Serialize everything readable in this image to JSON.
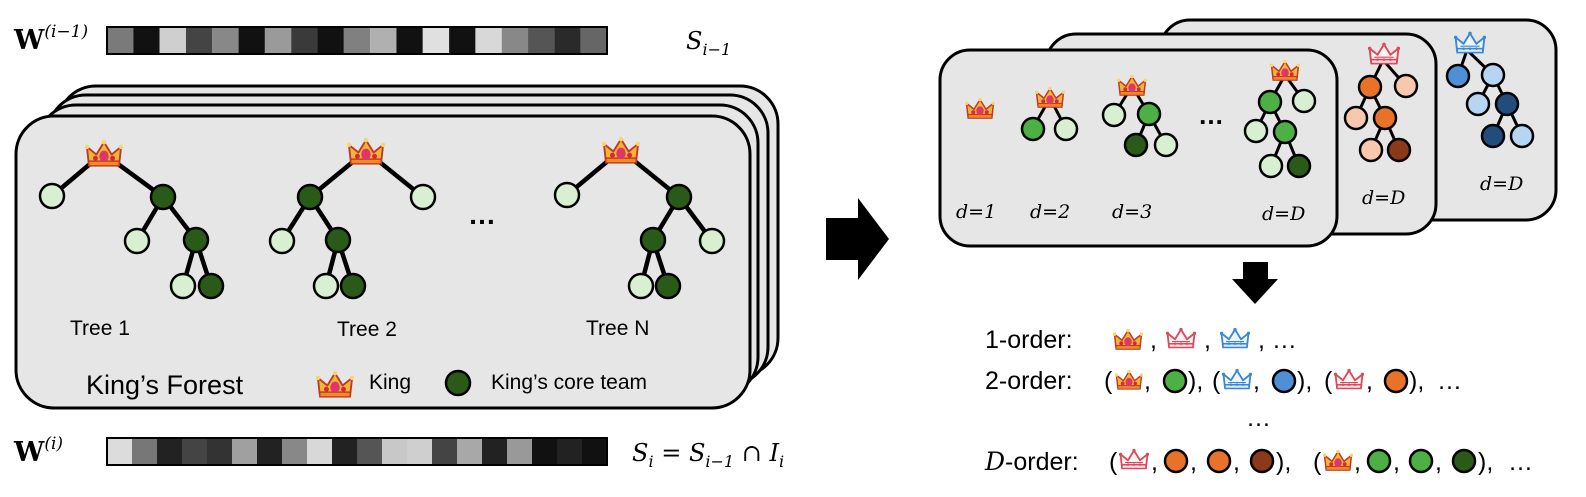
{
  "left": {
    "weights_top": {
      "label_base": "W",
      "label_sup": "(i−1)",
      "set_base": "S",
      "set_sub": "i−1",
      "cells": [
        "#7a7a7a",
        "#111111",
        "#cfcfcf",
        "#444444",
        "#888888",
        "#111111",
        "#9a9a9a",
        "#3a3a3a",
        "#111111",
        "#808080",
        "#b0b0b0",
        "#111111",
        "#e0e0e0",
        "#111111",
        "#d8d8d8",
        "#888888",
        "#555555",
        "#2a2a2a",
        "#666666"
      ]
    },
    "weights_bottom": {
      "label_base": "W",
      "label_sup": "(i)",
      "set_text": "S",
      "set_sub": "i",
      "eq_text": " = S",
      "eq_sub": "i−1",
      "cap_text": " ∩ I",
      "cap_sub": "i",
      "cells": [
        "#dcdcdc",
        "#777777",
        "#222222",
        "#444444",
        "#333333",
        "#a0a0a0",
        "#222222",
        "#888888",
        "#d8d8d8",
        "#222222",
        "#555555",
        "#c8c8c8",
        "#cfcfcf",
        "#444444",
        "#a8a8a8",
        "#222222",
        "#999999",
        "#111111",
        "#222222",
        "#111111"
      ]
    },
    "forest": {
      "trees": [
        "Tree 1",
        "Tree 2",
        "Tree N"
      ],
      "ellipsis": "…",
      "title": "King’s Forest",
      "legend_king": "King",
      "legend_team": "King’s core team"
    }
  },
  "right": {
    "depth_labels": [
      "d=1",
      "d=2",
      "d=3",
      "d=D"
    ],
    "back_labels": [
      "d=D",
      "d=D"
    ],
    "ellipsis": "…",
    "orders": {
      "first": "1-order:",
      "second": "2-order:",
      "dots": "…",
      "last_prefix": "D",
      "last_suffix": "-order:",
      "tail": "…"
    }
  },
  "colors": {
    "light_green": "#d9efd2",
    "dark_green": "#2a5a18",
    "mid_green": "#4db045",
    "orange": "#e9722a",
    "peach": "#f7c8ae",
    "brown": "#8a3a18",
    "blue": "#4f8fd6",
    "light_blue": "#b6d5f2",
    "navy": "#214c7c",
    "card_gray": "#e6e6e6"
  },
  "icons": [
    "gold-crown-icon",
    "pink-crown-icon",
    "blue-crown-icon",
    "arrow-right-icon",
    "arrow-down-icon"
  ]
}
